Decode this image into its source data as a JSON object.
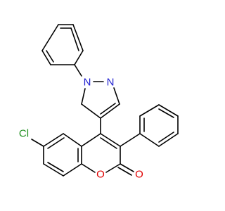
{
  "molecule": {
    "atoms": {
      "cl": "Cl",
      "n1": "N",
      "n2": "N",
      "o_ring": "O",
      "o_carbonyl": "O"
    },
    "colors": {
      "bond": "#000000",
      "chlorine": "#1f8f1f",
      "nitrogen": "#1f1fd0",
      "oxygen": "#e00000"
    }
  }
}
